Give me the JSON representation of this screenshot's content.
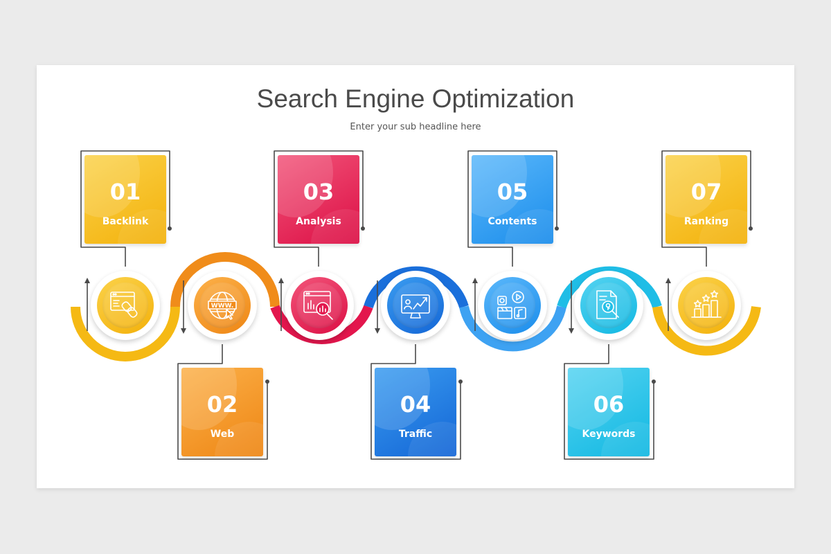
{
  "title": "Search Engine Optimization",
  "subtitle": "Enter your sub headline here",
  "colors": {
    "yellow": "#f5b914",
    "orange": "#f08c1a",
    "red": "#e3164d",
    "blue": "#1a6fdb",
    "sky": "#2392ee",
    "cyan": "#1fbde6"
  },
  "steps": [
    {
      "number": "01",
      "label": "Backlink",
      "icon": "link-icon"
    },
    {
      "number": "02",
      "label": "Web",
      "icon": "globe-www-icon"
    },
    {
      "number": "03",
      "label": "Analysis",
      "icon": "chart-magnifier-icon"
    },
    {
      "number": "04",
      "label": "Traffic",
      "icon": "monitor-trend-icon"
    },
    {
      "number": "05",
      "label": "Contents",
      "icon": "media-content-icon"
    },
    {
      "number": "06",
      "label": "Keywords",
      "icon": "document-search-icon"
    },
    {
      "number": "07",
      "label": "Ranking",
      "icon": "ranking-stars-icon"
    }
  ]
}
